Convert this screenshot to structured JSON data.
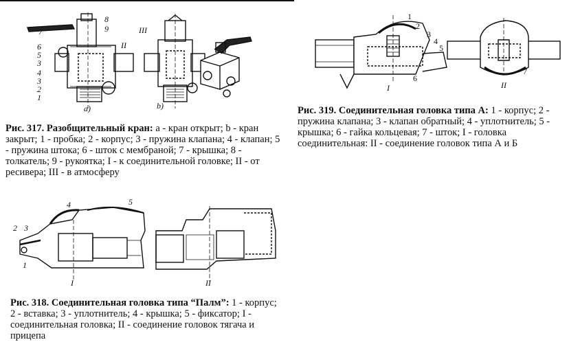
{
  "figures": [
    {
      "id": "fig317",
      "title": "Рис. 317. Разобщительный кран:",
      "text": " a - кран открыт; b - кран закрыт; 1 - пробка; 2 - корпус; 3 - пружина клапана; 4 - клапан; 5 - пружина штока; 6 - шток с мембраной; 7 - крышка; 8 - толкатель; 9 - рукоятка; I - к соединительной головке; II - от ресивера; III - в атмосферу",
      "labels": {
        "n1": "1",
        "n2": "2",
        "n3": "3",
        "n4": "4",
        "n5": "5",
        "n6": "6",
        "n7": "7",
        "n8": "8",
        "n9": "9",
        "roman2": "II",
        "roman3": "III",
        "sub_a": "a)",
        "sub_b": "b)"
      }
    },
    {
      "id": "fig318",
      "title": "Рис. 318. Соединительная головка типа “Палм”:",
      "text": " 1 - корпус; 2 - вставка; 3 - уплотнитель; 4 - крышка; 5 - фиксатор; I - соединительная головка; II - соединение головок тягача и прицепа",
      "labels": {
        "n1": "1",
        "n2": "2",
        "n3": "3",
        "n4": "4",
        "n5": "5",
        "roman1": "I",
        "roman2": "II"
      }
    },
    {
      "id": "fig319",
      "title": "Рис. 319. Соединительная головка типа А:",
      "text": " 1 - корпус; 2 - пружина клапана; 3 - клапан обратный; 4 - уплотнитель; 5 - крышка; 6 - гайка кольцевая; 7 - шток; I - головка соединительная: II - соединение головок типа А и Б",
      "labels": {
        "n1": "1",
        "n2": "2",
        "n3": "3",
        "n4": "4",
        "n5": "5",
        "n6": "6",
        "n7": "7",
        "roman1": "I",
        "roman2": "II"
      }
    }
  ]
}
